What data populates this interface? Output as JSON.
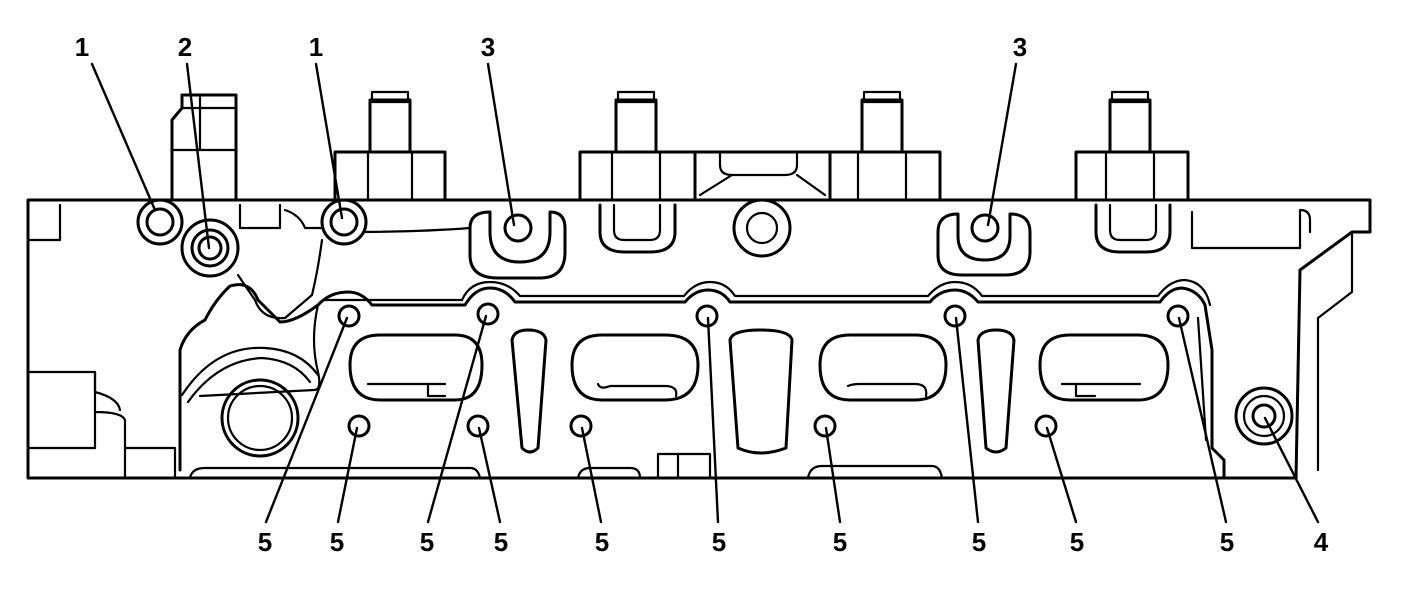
{
  "callouts": [
    {
      "label": "1"
    },
    {
      "label": "2"
    },
    {
      "label": "1"
    },
    {
      "label": "3"
    },
    {
      "label": "3"
    },
    {
      "label": "5"
    },
    {
      "label": "5"
    },
    {
      "label": "5"
    },
    {
      "label": "5"
    },
    {
      "label": "5"
    },
    {
      "label": "5"
    },
    {
      "label": "5"
    },
    {
      "label": "5"
    },
    {
      "label": "5"
    },
    {
      "label": "5"
    },
    {
      "label": "4"
    }
  ]
}
